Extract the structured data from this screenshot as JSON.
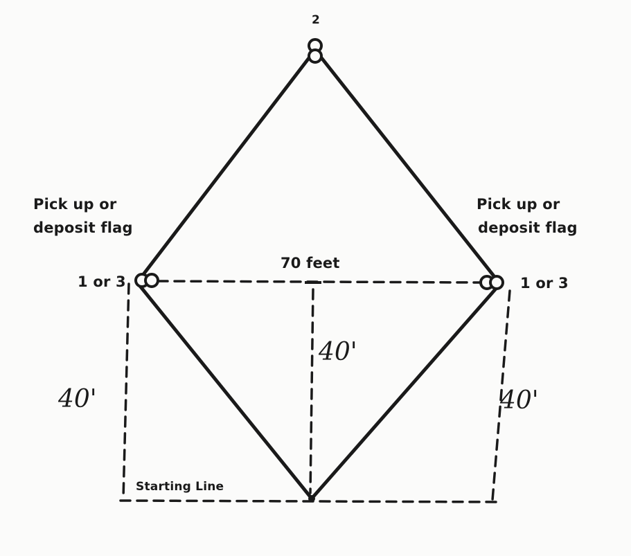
{
  "field": {
    "cone_top_label": "2",
    "left_station": {
      "flag_line1": "Pick up or",
      "flag_line2": "deposit flag",
      "cone_label": "1 or 3"
    },
    "right_station": {
      "flag_line1": "Pick up or",
      "flag_line2": "deposit flag",
      "cone_label": "1 or 3"
    },
    "width_label": "70 feet",
    "center_height_label": "40'",
    "left_height_label": "40'",
    "right_height_label": "40'",
    "start_label": "Starting Line"
  },
  "colors": {
    "ink": "#1a1a1a",
    "paper": "#fbfbfa"
  }
}
